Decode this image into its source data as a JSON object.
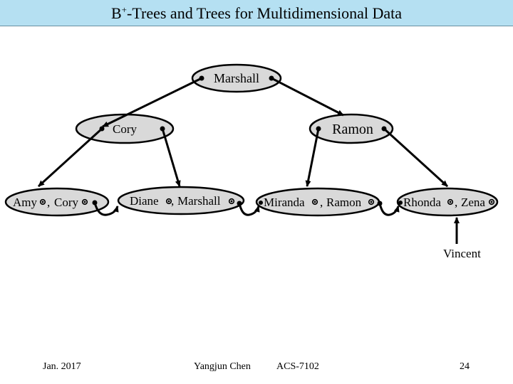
{
  "slide": {
    "title_prefix": "B",
    "title_superscript": "+",
    "title_rest": "-Trees and Trees for Multidimensional Data"
  },
  "tree": {
    "root": {
      "key": "Marshall"
    },
    "internal_left": {
      "key": "Cory"
    },
    "internal_right": {
      "key": "Ramon"
    },
    "leaves": [
      {
        "key1": "Amy",
        "sep": ",",
        "key2": "Cory"
      },
      {
        "key1": "Diane",
        "sep": ",",
        "key2": "Marshall"
      },
      {
        "key1": "Miranda",
        "sep": ",",
        "key2": "Ramon"
      },
      {
        "key1": "Rhonda",
        "sep": ",",
        "key2": "Zena"
      }
    ],
    "insert_key": "Vincent"
  },
  "colors": {
    "node_fill": "#d9d9d9",
    "stroke": "#000000",
    "title_bg": "#b5e0f2"
  },
  "footer": {
    "date": "Jan. 2017",
    "author": "Yangjun Chen",
    "course": "ACS-7102",
    "page": "24"
  }
}
